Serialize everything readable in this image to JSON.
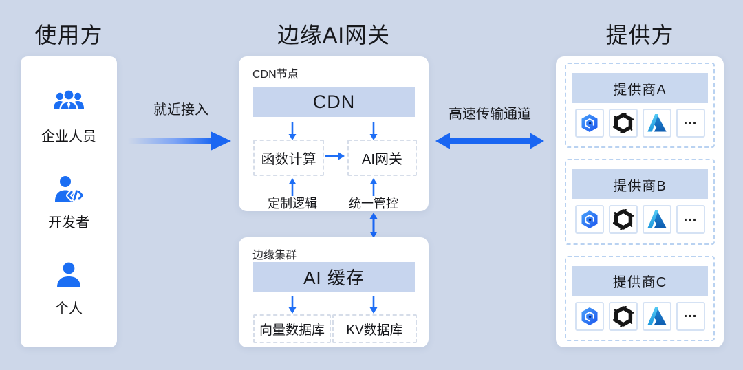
{
  "titles": {
    "left": "使用方",
    "middle": "边缘AI网关",
    "right": "提供方"
  },
  "users": {
    "items": [
      {
        "label": "企业人员",
        "icon": "users-group-icon"
      },
      {
        "label": "开发者",
        "icon": "developer-icon"
      },
      {
        "label": "个人",
        "icon": "person-icon"
      }
    ]
  },
  "flows": {
    "left_arrow_label": "就近接入",
    "right_arrow_label": "高速传输通道"
  },
  "cdn_node": {
    "card_label": "CDN节点",
    "bar_label": "CDN",
    "box_left": "函数计算",
    "box_right": "AI网关",
    "bottom_label_left": "定制逻辑",
    "bottom_label_right": "统一管控"
  },
  "edge_cluster": {
    "card_label": "边缘集群",
    "bar_label": "AI 缓存",
    "box_left": "向量数据库",
    "box_right": "KV数据库"
  },
  "providers": {
    "more_label": "...",
    "groups": [
      {
        "label": "提供商A",
        "icons": [
          "cube-model-icon",
          "openai-icon",
          "azure-icon",
          "more"
        ]
      },
      {
        "label": "提供商B",
        "icons": [
          "cube-model-icon",
          "openai-icon",
          "azure-icon",
          "more"
        ]
      },
      {
        "label": "提供商C",
        "icons": [
          "cube-model-icon",
          "openai-icon",
          "azure-icon",
          "more"
        ]
      }
    ]
  },
  "colors": {
    "background": "#cdd7e9",
    "card": "#ffffff",
    "bar_fill": "#c7d5ee",
    "provider_header_fill": "#c9d8ef",
    "dashed_border_mid": "#d6dde9",
    "dashed_border_right": "#b9d2f1",
    "arrow_blue": "#1a66f2",
    "icon_blue": "#1b6ef3",
    "text": "#17181c"
  }
}
